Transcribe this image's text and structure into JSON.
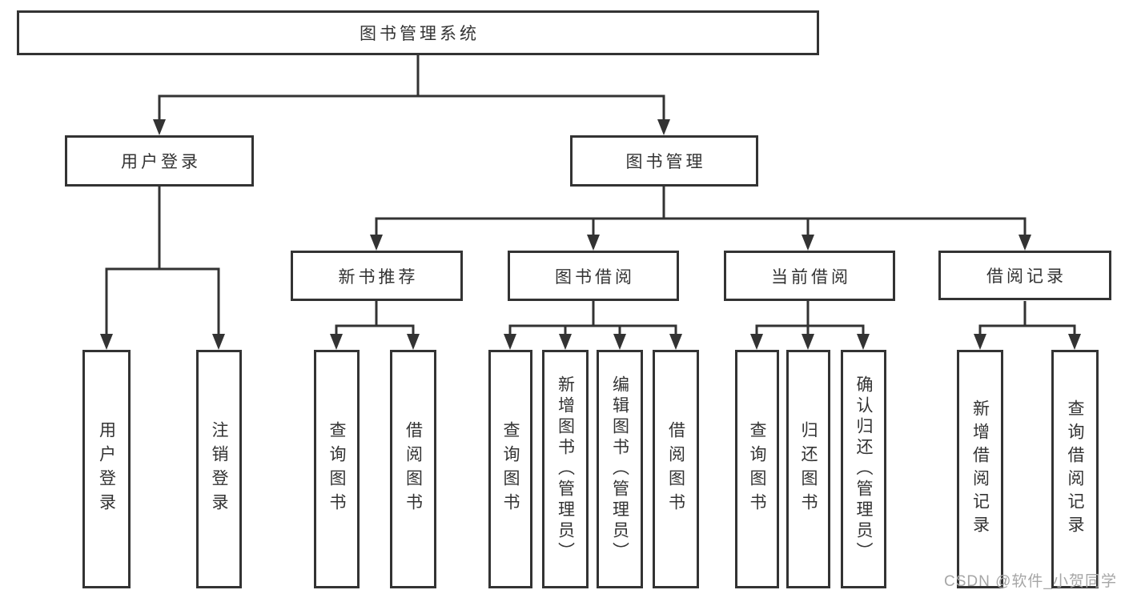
{
  "nodes": {
    "root": "图书管理系统",
    "user_login": "用户登录",
    "book_mgmt": "图书管理",
    "new_book_rec": "新书推荐",
    "book_borrow": "图书借阅",
    "current_borrow": "当前借阅",
    "borrow_record": "借阅记录",
    "leaf_user_login": "用户登录",
    "leaf_logout": "注销登录",
    "leaf_query_book_rec": "查询图书",
    "leaf_borrow_book_rec": "借阅图书",
    "leaf_query_book_borrow": "查询图书",
    "leaf_add_book": "新增图书（管理员）",
    "leaf_edit_book": "编辑图书（管理员）",
    "leaf_borrow_book_borrow": "借阅图书",
    "leaf_query_book_current": "查询图书",
    "leaf_return_book": "归还图书",
    "leaf_confirm_return": "确认归还（管理员）",
    "leaf_add_borrow_record": "新增借阅记录",
    "leaf_query_borrow_record": "查询借阅记录"
  },
  "hierarchy": {
    "图书管理系统": [
      "用户登录",
      "图书管理"
    ],
    "用户登录": [
      "用户登录",
      "注销登录"
    ],
    "图书管理": [
      "新书推荐",
      "图书借阅",
      "当前借阅",
      "借阅记录"
    ],
    "新书推荐": [
      "查询图书",
      "借阅图书"
    ],
    "图书借阅": [
      "查询图书",
      "新增图书（管理员）",
      "编辑图书（管理员）",
      "借阅图书"
    ],
    "当前借阅": [
      "查询图书",
      "归还图书",
      "确认归还（管理员）"
    ],
    "借阅记录": [
      "新增借阅记录",
      "查询借阅记录"
    ]
  },
  "watermark": "CSDN @软件_小贺同学",
  "colors": {
    "line": "#333333",
    "box_border": "#333333",
    "text": "#333333",
    "watermark": "#a6a6a6",
    "background": "#ffffff"
  }
}
